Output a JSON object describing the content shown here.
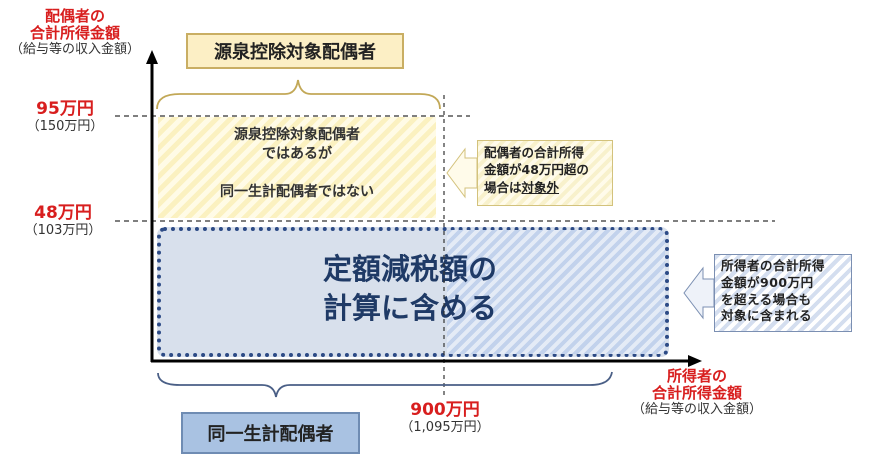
{
  "y_axis": {
    "title_line1": "配偶者の",
    "title_line2": "合計所得金額",
    "title_note": "（給与等の収入金額）",
    "ticks": [
      {
        "value": "95万円",
        "note": "（150万円）"
      },
      {
        "value": "48万円",
        "note": "（103万円）"
      }
    ]
  },
  "x_axis": {
    "title_line1": "所得者の",
    "title_line2": "合計所得金額",
    "title_note": "（給与等の収入金額）",
    "tick": {
      "value": "900万円",
      "note": "（1,095万円）"
    }
  },
  "top_bracket_label": "源泉控除対象配偶者",
  "bottom_bracket_label": "同一生計配偶者",
  "yellow_region": {
    "line1": "源泉控除対象配偶者",
    "line2": "ではあるが",
    "line3": "同一生計配偶者ではない"
  },
  "blue_region": {
    "line1": "定額減税額の",
    "line2": "計算に含める"
  },
  "callout_yellow": {
    "line1": "配偶者の合計所得",
    "line2": "金額が48万円超の",
    "line3_prefix": "場合は",
    "line3_emphasis": "対象外"
  },
  "callout_blue": {
    "line1": "所得者の合計所得",
    "line2": "金額が900万円",
    "line3": "を超える場合も",
    "line4": "対象に含まれる"
  },
  "colors": {
    "accent_red": "#d81e1e",
    "yellow_fill": "#fcefc5",
    "yellow_border": "#c9ae63",
    "blue_fill": "#d8e0ec",
    "blue_border": "#2d4b86",
    "blue_label_fill": "#a9c2e2"
  }
}
